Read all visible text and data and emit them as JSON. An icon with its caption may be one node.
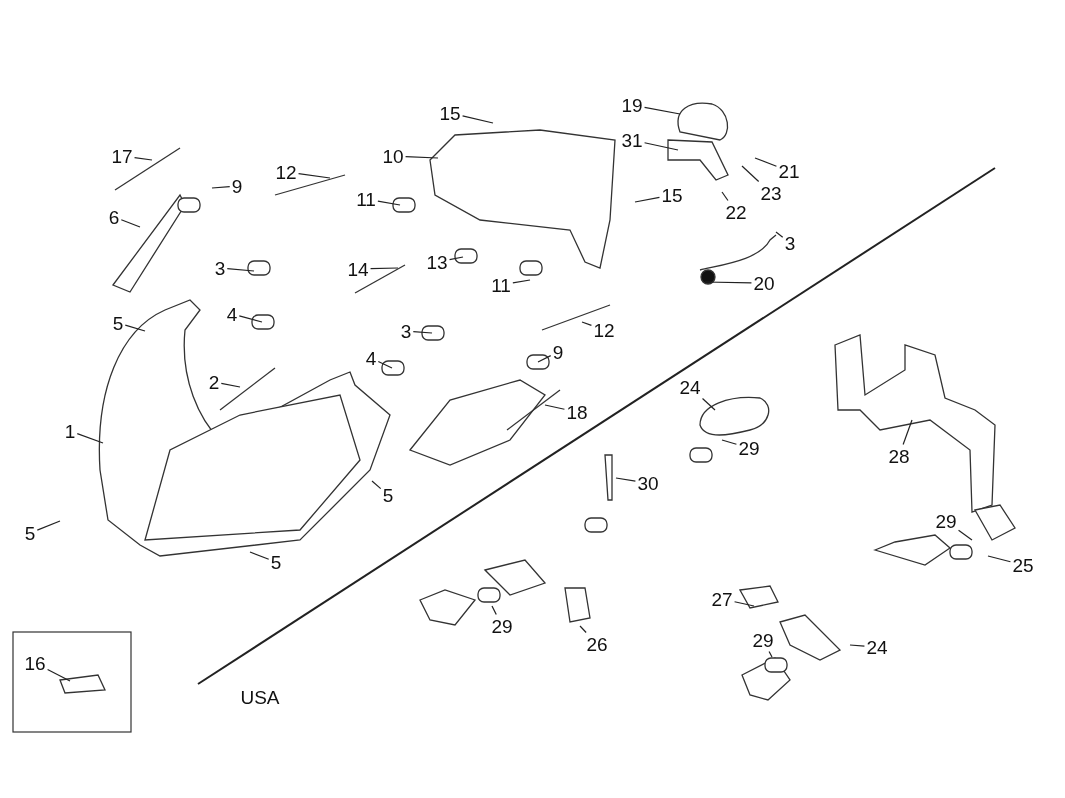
{
  "diagram": {
    "nodes": [
      {
        "text": [
          "15"
        ]
      },
      {
        "text": [
          "19"
        ]
      },
      {
        "text": [
          "17"
        ]
      },
      {
        "text": [
          "10"
        ]
      },
      {
        "text": [
          "12"
        ]
      },
      {
        "text": [
          "31"
        ]
      },
      {
        "text": [
          "21"
        ]
      },
      {
        "text": [
          "9"
        ]
      },
      {
        "text": [
          "11"
        ]
      },
      {
        "text": [
          "15"
        ]
      },
      {
        "text": [
          "23"
        ]
      },
      {
        "text": [
          "6"
        ]
      },
      {
        "text": [
          "22"
        ]
      },
      {
        "text": [
          "3"
        ]
      },
      {
        "text": [
          "14"
        ]
      },
      {
        "text": [
          "13"
        ]
      },
      {
        "text": [
          "3"
        ]
      },
      {
        "text": [
          "11"
        ]
      },
      {
        "text": [
          "20"
        ]
      },
      {
        "text": [
          "5"
        ]
      },
      {
        "text": [
          "4"
        ]
      },
      {
        "text": [
          "3"
        ]
      },
      {
        "text": [
          "12"
        ]
      },
      {
        "text": [
          "9"
        ]
      },
      {
        "text": [
          "4"
        ]
      },
      {
        "text": [
          "2"
        ]
      },
      {
        "text": [
          "24"
        ]
      },
      {
        "text": [
          "18"
        ]
      },
      {
        "text": [
          "1"
        ]
      },
      {
        "text": [
          "29"
        ]
      },
      {
        "text": [
          "28"
        ]
      },
      {
        "text": [
          "30"
        ]
      },
      {
        "text": [
          "5"
        ]
      },
      {
        "text": [
          "29"
        ]
      },
      {
        "text": [
          "5"
        ]
      },
      {
        "text": [
          "25"
        ]
      },
      {
        "text": [
          "5"
        ]
      },
      {
        "text": [
          "27"
        ]
      },
      {
        "text": [
          "29"
        ]
      },
      {
        "text": [
          "26"
        ]
      },
      {
        "text": [
          "29"
        ]
      },
      {
        "text": [
          "24"
        ]
      },
      {
        "text": [
          "16"
        ]
      }
    ],
    "edges": [
      {
        "from": 0,
        "to": null,
        "arrow": "none"
      },
      {
        "from": 1,
        "to": null,
        "arrow": "none"
      },
      {
        "from": 2,
        "to": null,
        "arrow": "none"
      },
      {
        "from": 3,
        "to": null,
        "arrow": "none"
      },
      {
        "from": 4,
        "to": null,
        "arrow": "none"
      },
      {
        "from": 5,
        "to": null,
        "arrow": "none"
      },
      {
        "from": 6,
        "to": null,
        "arrow": "none"
      },
      {
        "from": 7,
        "to": null,
        "arrow": "none"
      },
      {
        "from": 8,
        "to": null,
        "arrow": "none"
      },
      {
        "from": 9,
        "to": null,
        "arrow": "none"
      },
      {
        "from": 10,
        "to": null,
        "arrow": "none"
      },
      {
        "from": 11,
        "to": null,
        "arrow": "none"
      },
      {
        "from": 12,
        "to": null,
        "arrow": "none"
      },
      {
        "from": 13,
        "to": null,
        "arrow": "none"
      },
      {
        "from": 14,
        "to": null,
        "arrow": "none"
      },
      {
        "from": 15,
        "to": null,
        "arrow": "none"
      },
      {
        "from": 16,
        "to": null,
        "arrow": "none"
      },
      {
        "from": 17,
        "to": null,
        "arrow": "none"
      },
      {
        "from": 18,
        "to": null,
        "arrow": "none"
      },
      {
        "from": 19,
        "to": null,
        "arrow": "none"
      },
      {
        "from": 20,
        "to": null,
        "arrow": "none"
      },
      {
        "from": 21,
        "to": null,
        "arrow": "none"
      },
      {
        "from": 22,
        "to": null,
        "arrow": "none"
      },
      {
        "from": 23,
        "to": null,
        "arrow": "none"
      },
      {
        "from": 24,
        "to": null,
        "arrow": "none"
      },
      {
        "from": 25,
        "to": null,
        "arrow": "none"
      },
      {
        "from": 26,
        "to": null,
        "arrow": "none"
      },
      {
        "from": 27,
        "to": null,
        "arrow": "none"
      },
      {
        "from": 28,
        "to": null,
        "arrow": "none"
      },
      {
        "from": 29,
        "to": null,
        "arrow": "none"
      },
      {
        "from": 30,
        "to": null,
        "arrow": "none"
      },
      {
        "from": 31,
        "to": null,
        "arrow": "none"
      },
      {
        "from": 32,
        "to": null,
        "arrow": "none"
      },
      {
        "from": 33,
        "to": null,
        "arrow": "none"
      },
      {
        "from": 34,
        "to": null,
        "arrow": "none"
      },
      {
        "from": 35,
        "to": null,
        "arrow": "none"
      },
      {
        "from": 36,
        "to": null,
        "arrow": "none"
      },
      {
        "from": 37,
        "to": null,
        "arrow": "none"
      },
      {
        "from": 38,
        "to": null,
        "arrow": "none"
      },
      {
        "from": 39,
        "to": null,
        "arrow": "none"
      },
      {
        "from": 40,
        "to": null,
        "arrow": "none"
      },
      {
        "from": 41,
        "to": null,
        "arrow": "none"
      },
      {
        "from": 42,
        "to": null,
        "arrow": "none"
      }
    ],
    "labels": [
      "USA"
    ]
  }
}
